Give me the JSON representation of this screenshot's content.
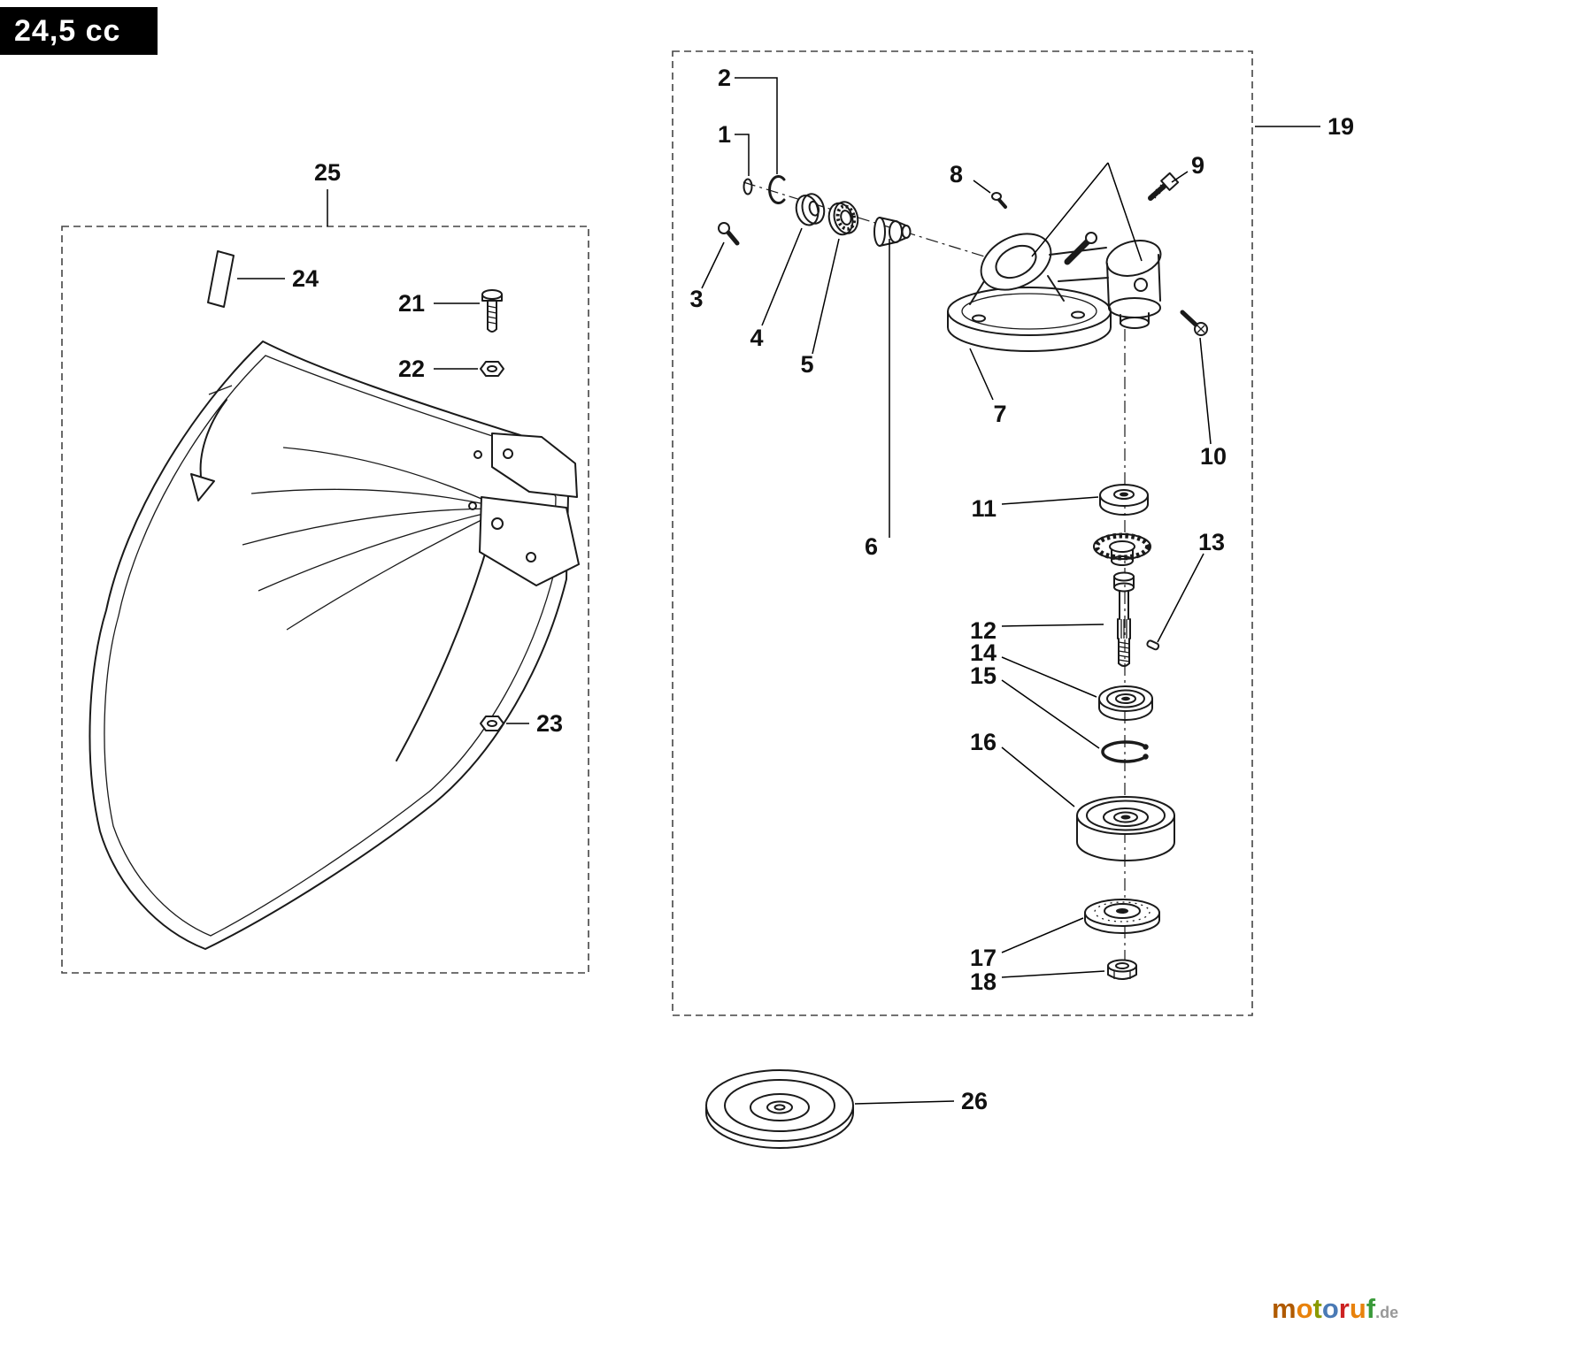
{
  "header": {
    "engine_size": "24,5 cc"
  },
  "diagram": {
    "part_labels": {
      "1": "1",
      "2": "2",
      "3": "3",
      "4": "4",
      "5": "5",
      "6": "6",
      "7": "7",
      "8": "8",
      "9": "9",
      "10": "10",
      "11": "11",
      "12": "12",
      "13": "13",
      "14": "14",
      "15": "15",
      "16": "16",
      "17": "17",
      "18": "18",
      "19": "19",
      "21": "21",
      "22": "22",
      "23": "23",
      "24": "24",
      "25": "25",
      "26": "26"
    }
  },
  "watermark": {
    "text": "motoruf.de",
    "letters": [
      {
        "char": "m",
        "color": "#b05a00"
      },
      {
        "char": "o",
        "color": "#e8820c"
      },
      {
        "char": "t",
        "color": "#8a9a00"
      },
      {
        "char": "o",
        "color": "#4a7ab5"
      },
      {
        "char": "r",
        "color": "#cc2222"
      },
      {
        "char": "u",
        "color": "#e8820c"
      },
      {
        "char": "f",
        "color": "#3a9a3a"
      }
    ],
    "suffix": ".de",
    "suffix_color": "#999999"
  },
  "colors": {
    "line": "#1a1a1a",
    "badge_bg": "#000000",
    "badge_fg": "#ffffff"
  }
}
